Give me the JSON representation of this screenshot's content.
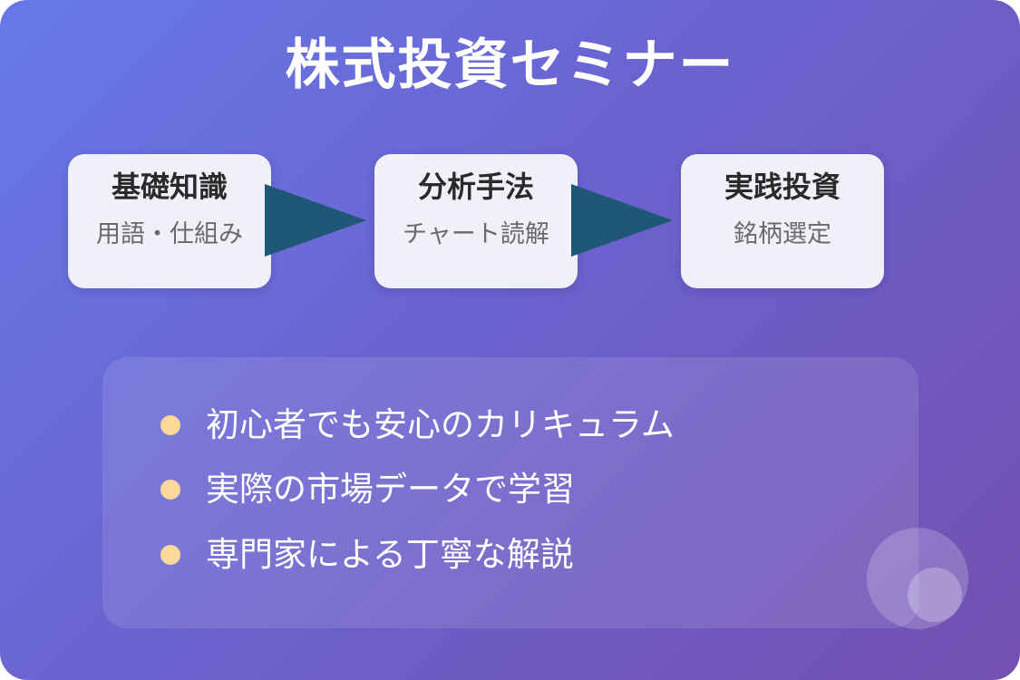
{
  "title": "株式投資セミナー",
  "steps": [
    {
      "title": "基礎知識",
      "subtitle": "用語・仕組み"
    },
    {
      "title": "分析手法",
      "subtitle": "チャート読解"
    },
    {
      "title": "実践投資",
      "subtitle": "銘柄選定"
    }
  ],
  "features": [
    "初心者でも安心のカリキュラム",
    "実際の市場データで学習",
    "専門家による丁寧な解説"
  ],
  "colors": {
    "background_start": "#6679e8",
    "background_end": "#7350b0",
    "card": "#eff0f8",
    "arrow": "#1f5877",
    "bullet": "#ffd99a"
  }
}
